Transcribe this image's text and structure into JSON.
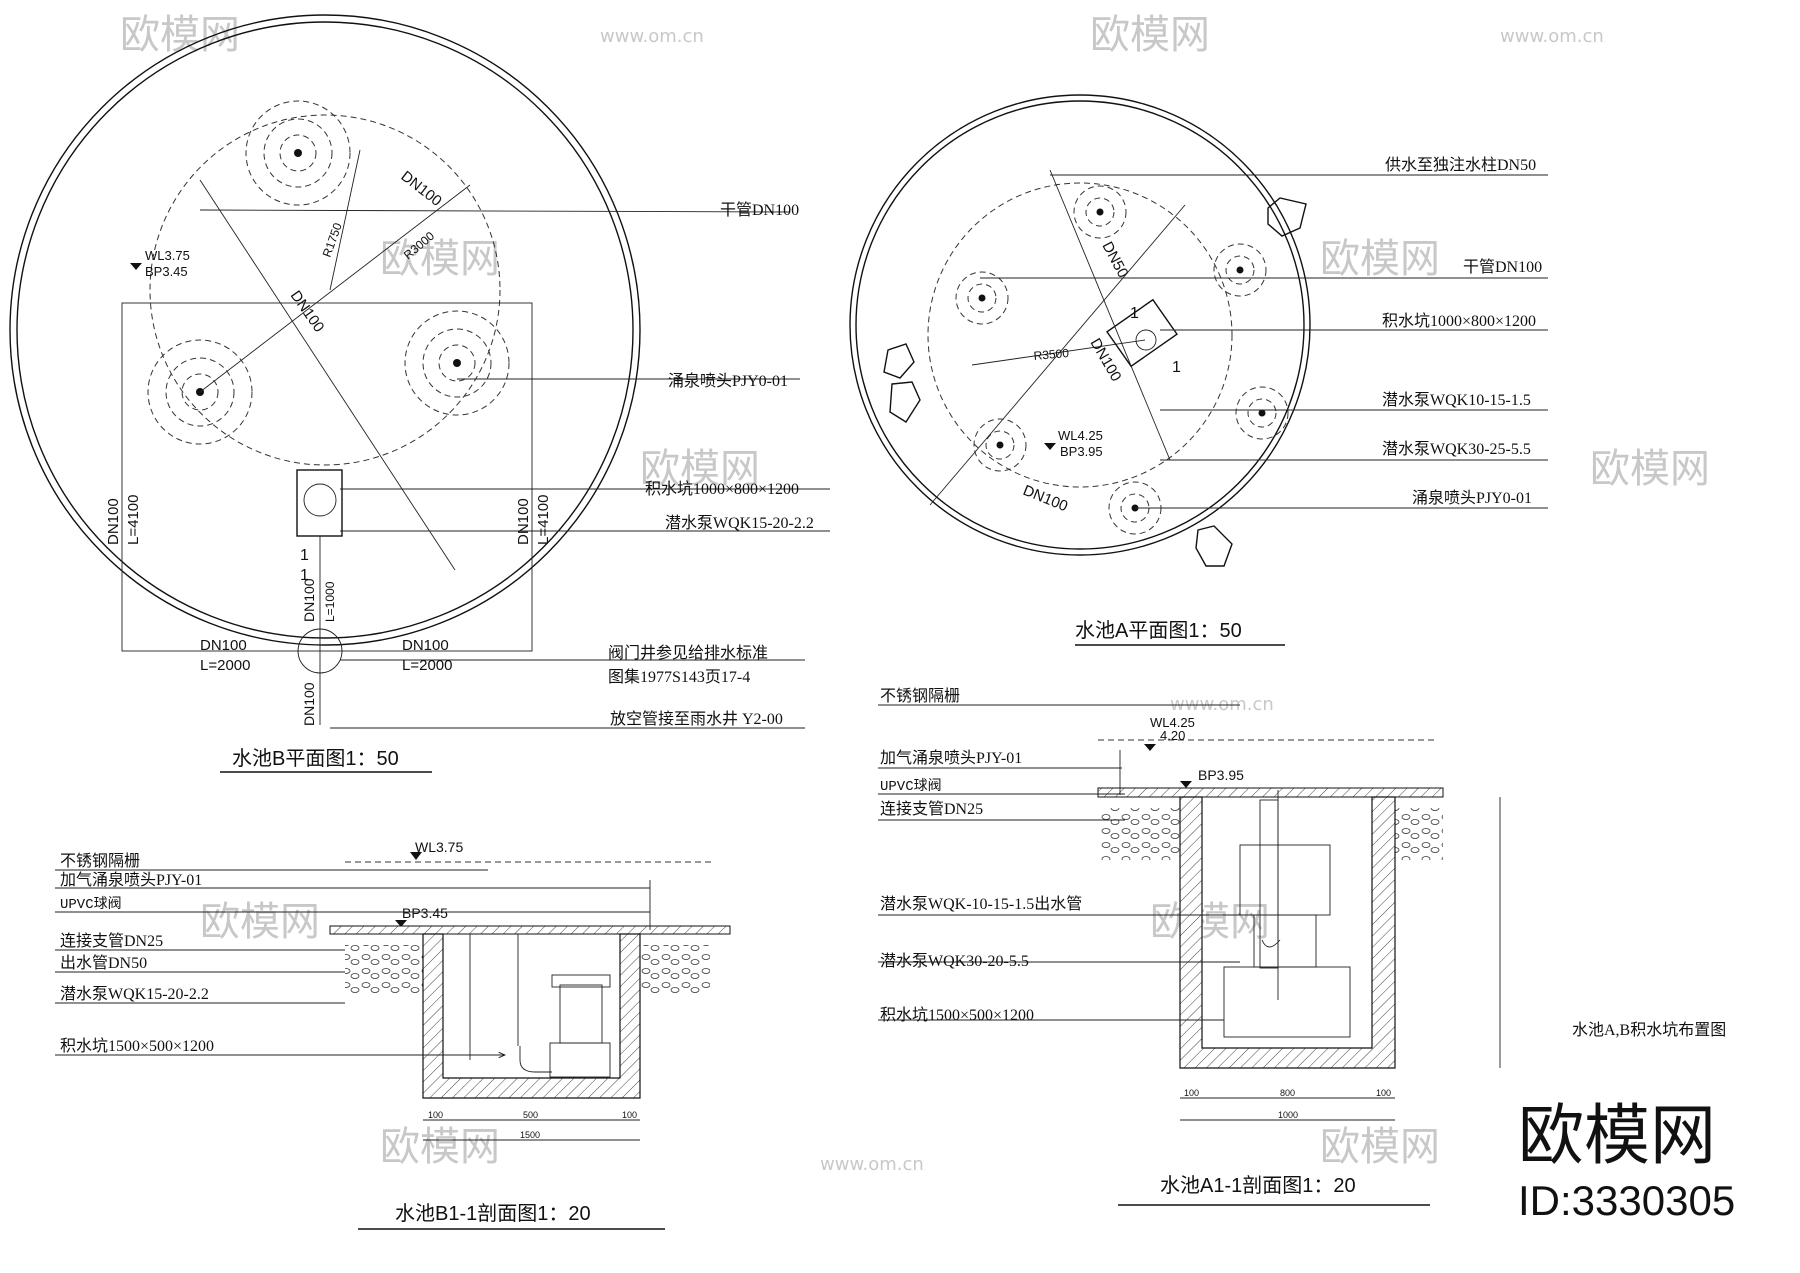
{
  "watermark": {
    "brand": "欧模网",
    "url": "www.om.cn"
  },
  "logo": {
    "name": "欧模网",
    "id": "ID:3330305"
  },
  "side_note": "水池A,B积水坑布置图",
  "planB": {
    "title": "水池B平面图1：50",
    "labels": {
      "main_pipe": "干管DN100",
      "fountain": "涌泉喷头PJY0-01",
      "sump": "积水坑1000×800×1200",
      "pump": "潜水泵WQK15-20-2.2",
      "valve_well_1": "阀门井参见给排水标准",
      "valve_well_2": "图集1977S143页17-4",
      "drain": "放空管接至雨水井 Y2-00",
      "dn100_a": "DN100",
      "dn100_b": "DN100",
      "r1750": "R1750",
      "r3000": "R3000",
      "wl": "WL3.75",
      "bp": "BP3.45",
      "left_dn": "DN100",
      "left_l": "L=4100",
      "right_dn": "DN100",
      "right_l": "L=4100",
      "bottom_left_dn": "DN100",
      "bottom_left_l": "L=2000",
      "bottom_right_dn": "DN100",
      "bottom_right_l": "L=2000",
      "vert_dn": "DN100",
      "vert_l": "L=1000",
      "vert_dn2": "DN100",
      "sec_mark": "1",
      "sec_mark2": "1"
    }
  },
  "planA": {
    "title": "水池A平面图1：50",
    "labels": {
      "supply": "供水至独注水柱DN50",
      "main_pipe": "干管DN100",
      "sump": "积水坑1000×800×1200",
      "pump1": "潜水泵WQK10-15-1.5",
      "pump2": "潜水泵WQK30-25-5.5",
      "fountain": "涌泉喷头PJY0-01",
      "dn50": "DN50",
      "dn100": "DN100",
      "dn100b": "DN100",
      "r3500": "R3500",
      "wl": "WL4.25",
      "bp": "BP3.95",
      "sec_mark": "1",
      "sec_mark2": "1"
    }
  },
  "sectionB": {
    "title": "水池B1-1剖面图1：20",
    "labels": {
      "grate": "不锈钢隔栅",
      "nozzle": "加气涌泉喷头PJY-01",
      "valve": "UPVC球阀",
      "branch": "连接支管DN25",
      "outlet": "出水管DN50",
      "pump": "潜水泵WQK15-20-2.2",
      "sump": "积水坑1500×500×1200",
      "wl": "WL3.75",
      "bp": "BP3.45",
      "dim1": "100",
      "dim2": "500",
      "dim3": "100",
      "dim_total": "1500"
    }
  },
  "sectionA": {
    "title": "水池A1-1剖面图1：20",
    "labels": {
      "grate": "不锈钢隔栅",
      "wl": "WL4.25",
      "wl2": "4.20",
      "nozzle": "加气涌泉喷头PJY-01",
      "bp": "BP3.95",
      "valve": "UPVC球阀",
      "branch": "连接支管DN25",
      "pump_outlet": "潜水泵WQK-10-15-1.5出水管",
      "pump": "潜水泵WQK30-20-5.5",
      "sump": "积水坑1500×500×1200",
      "dim1": "100",
      "dim2": "800",
      "dim3": "100",
      "dim_total": "1000"
    }
  }
}
